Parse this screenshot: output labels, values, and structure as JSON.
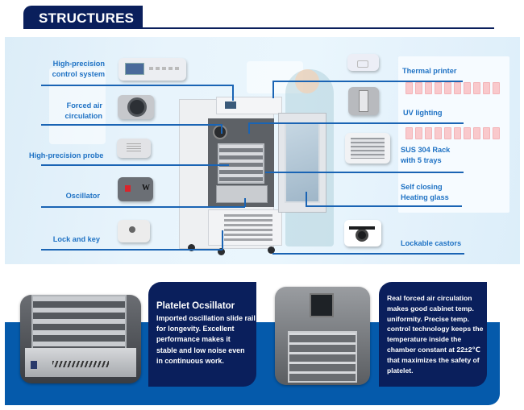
{
  "header": {
    "title": "STRUCTURES"
  },
  "colors": {
    "navy": "#0a1f5c",
    "label_blue": "#1f72c4",
    "line_blue": "#1a64b4",
    "band_blue": "#055aab",
    "panel_bg": "#e6f3fc"
  },
  "structures": {
    "left_features": [
      {
        "label": "High-precision control system",
        "line1": "High-precision",
        "line2": "control system",
        "icon": "control-panel-icon"
      },
      {
        "label": "Forced air circulation",
        "line1": "Forced air",
        "line2": "circulation",
        "icon": "fan-icon"
      },
      {
        "label": "High-precision probe",
        "line1": "High-precision probe",
        "line2": "",
        "icon": "probe-icon"
      },
      {
        "label": "Oscillator",
        "line1": "Oscillator",
        "line2": "",
        "icon": "oscillator-icon"
      },
      {
        "label": "Lock and key",
        "line1": "Lock and key",
        "line2": "",
        "icon": "lock-icon"
      }
    ],
    "right_features": [
      {
        "label": "Thermal printer",
        "line1": "Thermal printer",
        "line2": "",
        "icon": "printer-icon"
      },
      {
        "label": "UV lighting",
        "line1": "UV lighting",
        "line2": "",
        "icon": "uv-lamp-icon"
      },
      {
        "label": "SUS 304 Rack with 5 trays",
        "line1": "SUS 304 Rack",
        "line2": "with 5 trays",
        "icon": "rack-icon"
      },
      {
        "label": "Self closing Heating glass",
        "line1": "Self closing",
        "line2": "Heating glass",
        "icon": ""
      },
      {
        "label": "Lockable castors",
        "line1": "Lockable castors",
        "line2": "",
        "icon": "castor-icon"
      }
    ]
  },
  "bottom": {
    "oscillator_card": {
      "title": "Platelet Ocsillator",
      "lines": [
        "Imported oscillation slide rail",
        "for longevity. Excellent",
        "performance makes it",
        "stable and low noise even",
        "in continuous work."
      ]
    },
    "circulation_card": {
      "lines": [
        "Real forced air circulation",
        "makes good cabinet temp.",
        "uniformity. Precise temp.",
        "control technology keeps the",
        "temperature inside the",
        "chamber constant at 22±2℃",
        "that maximizes the safety of",
        "platelet."
      ]
    }
  }
}
